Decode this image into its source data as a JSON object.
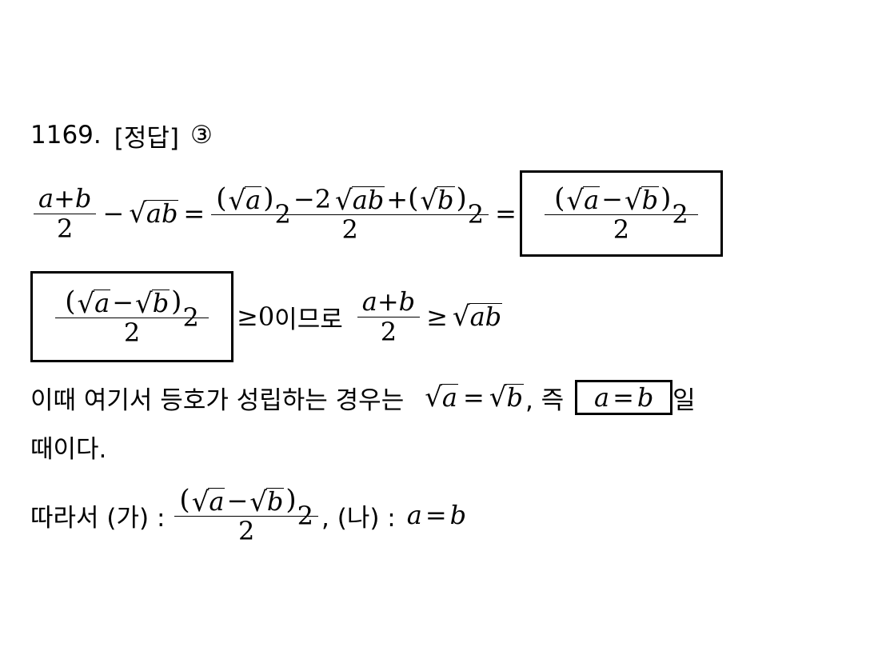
{
  "header": {
    "problem_no": "1169.",
    "answer_label": "[정답]",
    "answer_value": "③"
  },
  "line3": {
    "text": "이므로"
  },
  "line4": {
    "prefix": "이때 여기서 등호가 성립하는 경우는",
    "comma_jeuk": ", 즉",
    "suffix": "일"
  },
  "line5": {
    "text": "때이다."
  },
  "line6": {
    "prefix": "따라서 (가) :",
    "na_label": ", (나) :"
  }
}
